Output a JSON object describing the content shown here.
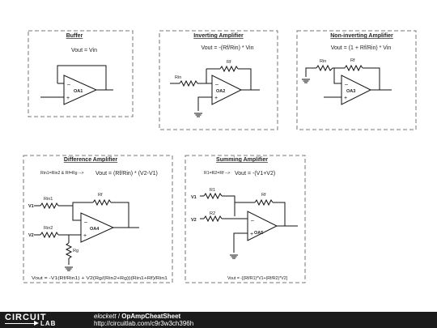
{
  "panels": {
    "buffer": {
      "title": "Buffer",
      "equation": "Vout = Vin",
      "opamp": "OA1"
    },
    "inverting": {
      "title": "Inverting Amplifier",
      "equation": "Vout = -(Rf/Rin) * Vin",
      "opamp": "OA2",
      "rf": "Rf",
      "rin": "Rin"
    },
    "noninverting": {
      "title": "Non-inverting Amplifier",
      "equation": "Vout = (1 + Rf/Rin) * Vin",
      "opamp": "OA3",
      "rf": "Rf",
      "rin": "Rin"
    },
    "difference": {
      "title": "Difference Amplifier",
      "condition": "Rin1=Rin2 & Rf=Rg -->",
      "equation": "Vout = (Rf/Rin) * (V2-V1)",
      "opamp": "OA4",
      "v1": "V1",
      "v2": "V2",
      "rin1": "Rin1",
      "rin2": "Rin2",
      "rf": "Rf",
      "rg": "Rg",
      "general": "Vout = -V1(Rf/Rin1) + V2(Rg/(Rin2+Rg))(Rin1+Rf)/Rin1"
    },
    "summing": {
      "title": "Summing Amplifier",
      "condition": "R1=R2=Rf -->",
      "equation": "Vout = -(V1+V2)",
      "opamp": "OA5",
      "v1": "V1",
      "v2": "V2",
      "r1": "R1",
      "r2": "R2",
      "rf": "Rf",
      "general": "Vout = -[(Rf/R1)*V1+(Rf/R2)*V2]"
    }
  },
  "opamp_signs": {
    "minus": "–",
    "plus": "+"
  },
  "footer": {
    "brand_top": "CIRCUIT",
    "brand_bottom": "LAB",
    "author": "elockett",
    "separator": "/",
    "circuit_name": "OpAmpCheatSheet",
    "url": "http://circuitlab.com/c9r3w3ch396h"
  }
}
